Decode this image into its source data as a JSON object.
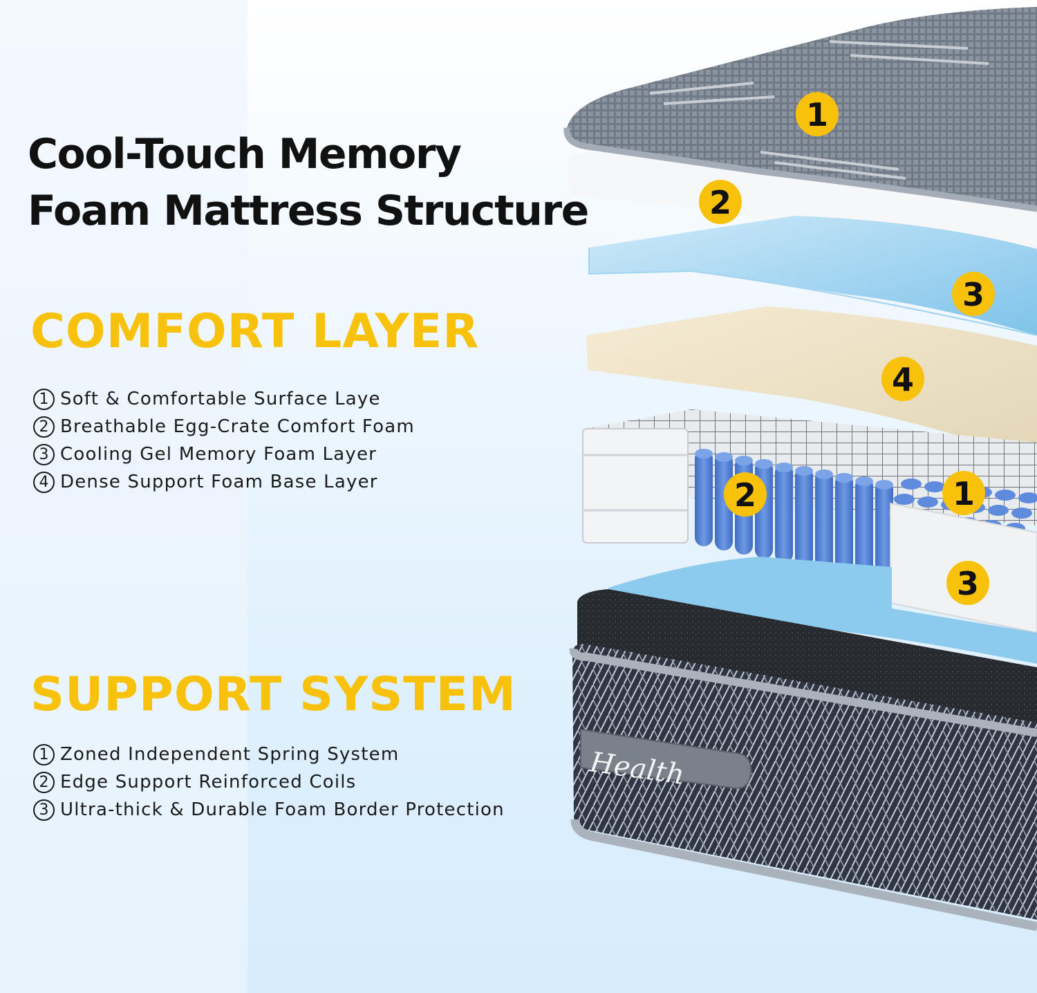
{
  "title": {
    "line1": "Cool-Touch Memory",
    "line2": "Foam Mattress Structure"
  },
  "comfort_layer": {
    "heading": "COMFORT LAYER",
    "items": [
      {
        "num": "1",
        "label": "Soft & Comfortable Surface Laye"
      },
      {
        "num": "2",
        "label": "Breathable Egg-Crate Comfort Foam"
      },
      {
        "num": "3",
        "label": "Cooling Gel Memory Foam Layer"
      },
      {
        "num": "4",
        "label": "Dense Support Foam Base Layer"
      }
    ]
  },
  "support_system": {
    "heading": "SUPPORT SYSTEM",
    "items": [
      {
        "num": "1",
        "label": "Zoned Independent Spring System"
      },
      {
        "num": "2",
        "label": "Edge Support Reinforced Coils"
      },
      {
        "num": "3",
        "label": "Ultra-thick & Durable Foam Border Protection"
      }
    ]
  },
  "diagram": {
    "brand_label": "Health",
    "callouts": {
      "comfort": [
        "1",
        "2",
        "3",
        "4"
      ],
      "support": [
        "1",
        "2",
        "3"
      ]
    }
  },
  "colors": {
    "accent_yellow": "#f8c20c",
    "text_dark": "#111111",
    "cover_gray": "#6b7480",
    "gel_blue": "#8fcdee",
    "base_cream": "#efe2c4",
    "spring_blue": "#5b86d6",
    "border_foam_white": "#f2f3f5",
    "side_panel_dark": "#2e3440"
  }
}
